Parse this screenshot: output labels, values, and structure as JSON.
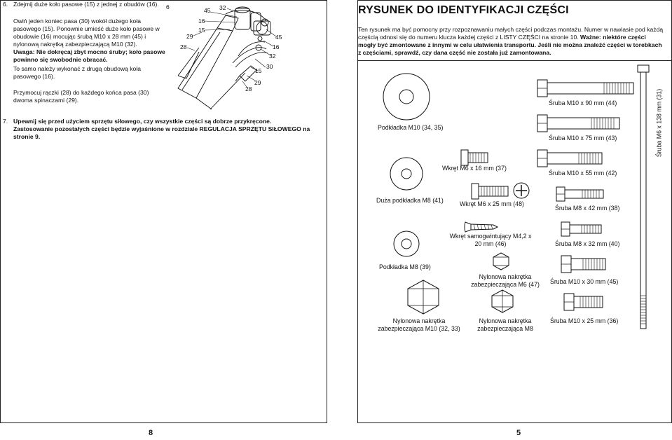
{
  "left": {
    "step6": {
      "number": "6.",
      "line1": "Zdejmij duże koło pasowe (15) z jednej z obudów (16).",
      "p1": "Owiń jeden koniec pasa (30) wokół dużego koła pasowego (15). Ponownie umieść duże koło pasowe w obudowie (16) mocując śrubą M10 x 28 mm (45) i nylonową nakrętką zabezpieczającą M10 (32).",
      "warning": "Uwaga: Nie dokręcaj zbyt mocno śruby; koło pasowe powinno się swobodnie obracać.",
      "p2": "To samo należy wykonać z drugą obudową koła pasowego (16).",
      "p3": "Przymocuj rączki (28) do każdego końca pasa (30) dwoma spinaczami (29)."
    },
    "figure_number": "6",
    "callouts": [
      "45",
      "32",
      "16",
      "15",
      "29",
      "28",
      "45",
      "16",
      "32",
      "30",
      "15",
      "29",
      "28"
    ],
    "step7": {
      "number": "7.",
      "text": "Upewnij się przed użyciem sprzętu siłowego, czy wszystkie części są dobrze przykręcone. Zastosowanie pozostałych części będzie wyjaśnione w rozdziale REGULACJA SPRZĘTU SIŁOWEGO na stronie 9."
    },
    "page_number": "8"
  },
  "right": {
    "title": "RYSUNEK DO IDENTYFIKACJI CZĘŚCI",
    "intro_normal": "Ten rysunek ma być pomocny przy rozpoznawaniu małych części podczas montażu. Numer w nawiasie pod każdą częścią odnosi się do numeru klucza każdej części z LISTY CZĘŚCI na stronie 10. ",
    "intro_bold": "Ważne: niektóre części mogły być zmontowane z innymi w celu ułatwienia transportu. Jeśli nie można znaleźć części w torebkach z częściami, sprawdź, czy dana część nie została już zamontowana.",
    "parts": {
      "washer_m10": "Podkładka M10 (34, 35)",
      "large_washer_m8": "Duża podkładka M8 (41)",
      "washer_m8": "Podkładka M8 (39)",
      "nut_m10": "Nylonowa nakrętka zabezpieczająca M10 (32, 33)",
      "screw_m6_16": "Wkręt M6 x 16 mm (37)",
      "screw_m6_25": "Wkręt M6 x 25 mm (48)",
      "self_tap": "Wkręt samogwintujący M4,2 x 20 mm (46)",
      "nut_m6": "Nylonowa nakrętka zabezpieczająca M6 (47)",
      "nut_m8": "Nylonowa nakrętka zabezpieczająca M8",
      "bolt_m10_90": "Śruba M10 x 90 mm (44)",
      "bolt_m10_75": "Śruba M10 x 75 mm (43)",
      "bolt_m10_55": "Śruba M10 x 55 mm (42)",
      "bolt_m8_42": "Śruba M8 x 42 mm (38)",
      "bolt_m8_32": "Śruba M8 x 32 mm (40)",
      "bolt_m10_30": "Śruba M10 x 30 mm (45)",
      "bolt_m10_25": "Śruba M10 x 25 mm (36)",
      "bolt_m6_138": "Śruba M6 x 138 mm (31)"
    },
    "page_number": "5"
  }
}
